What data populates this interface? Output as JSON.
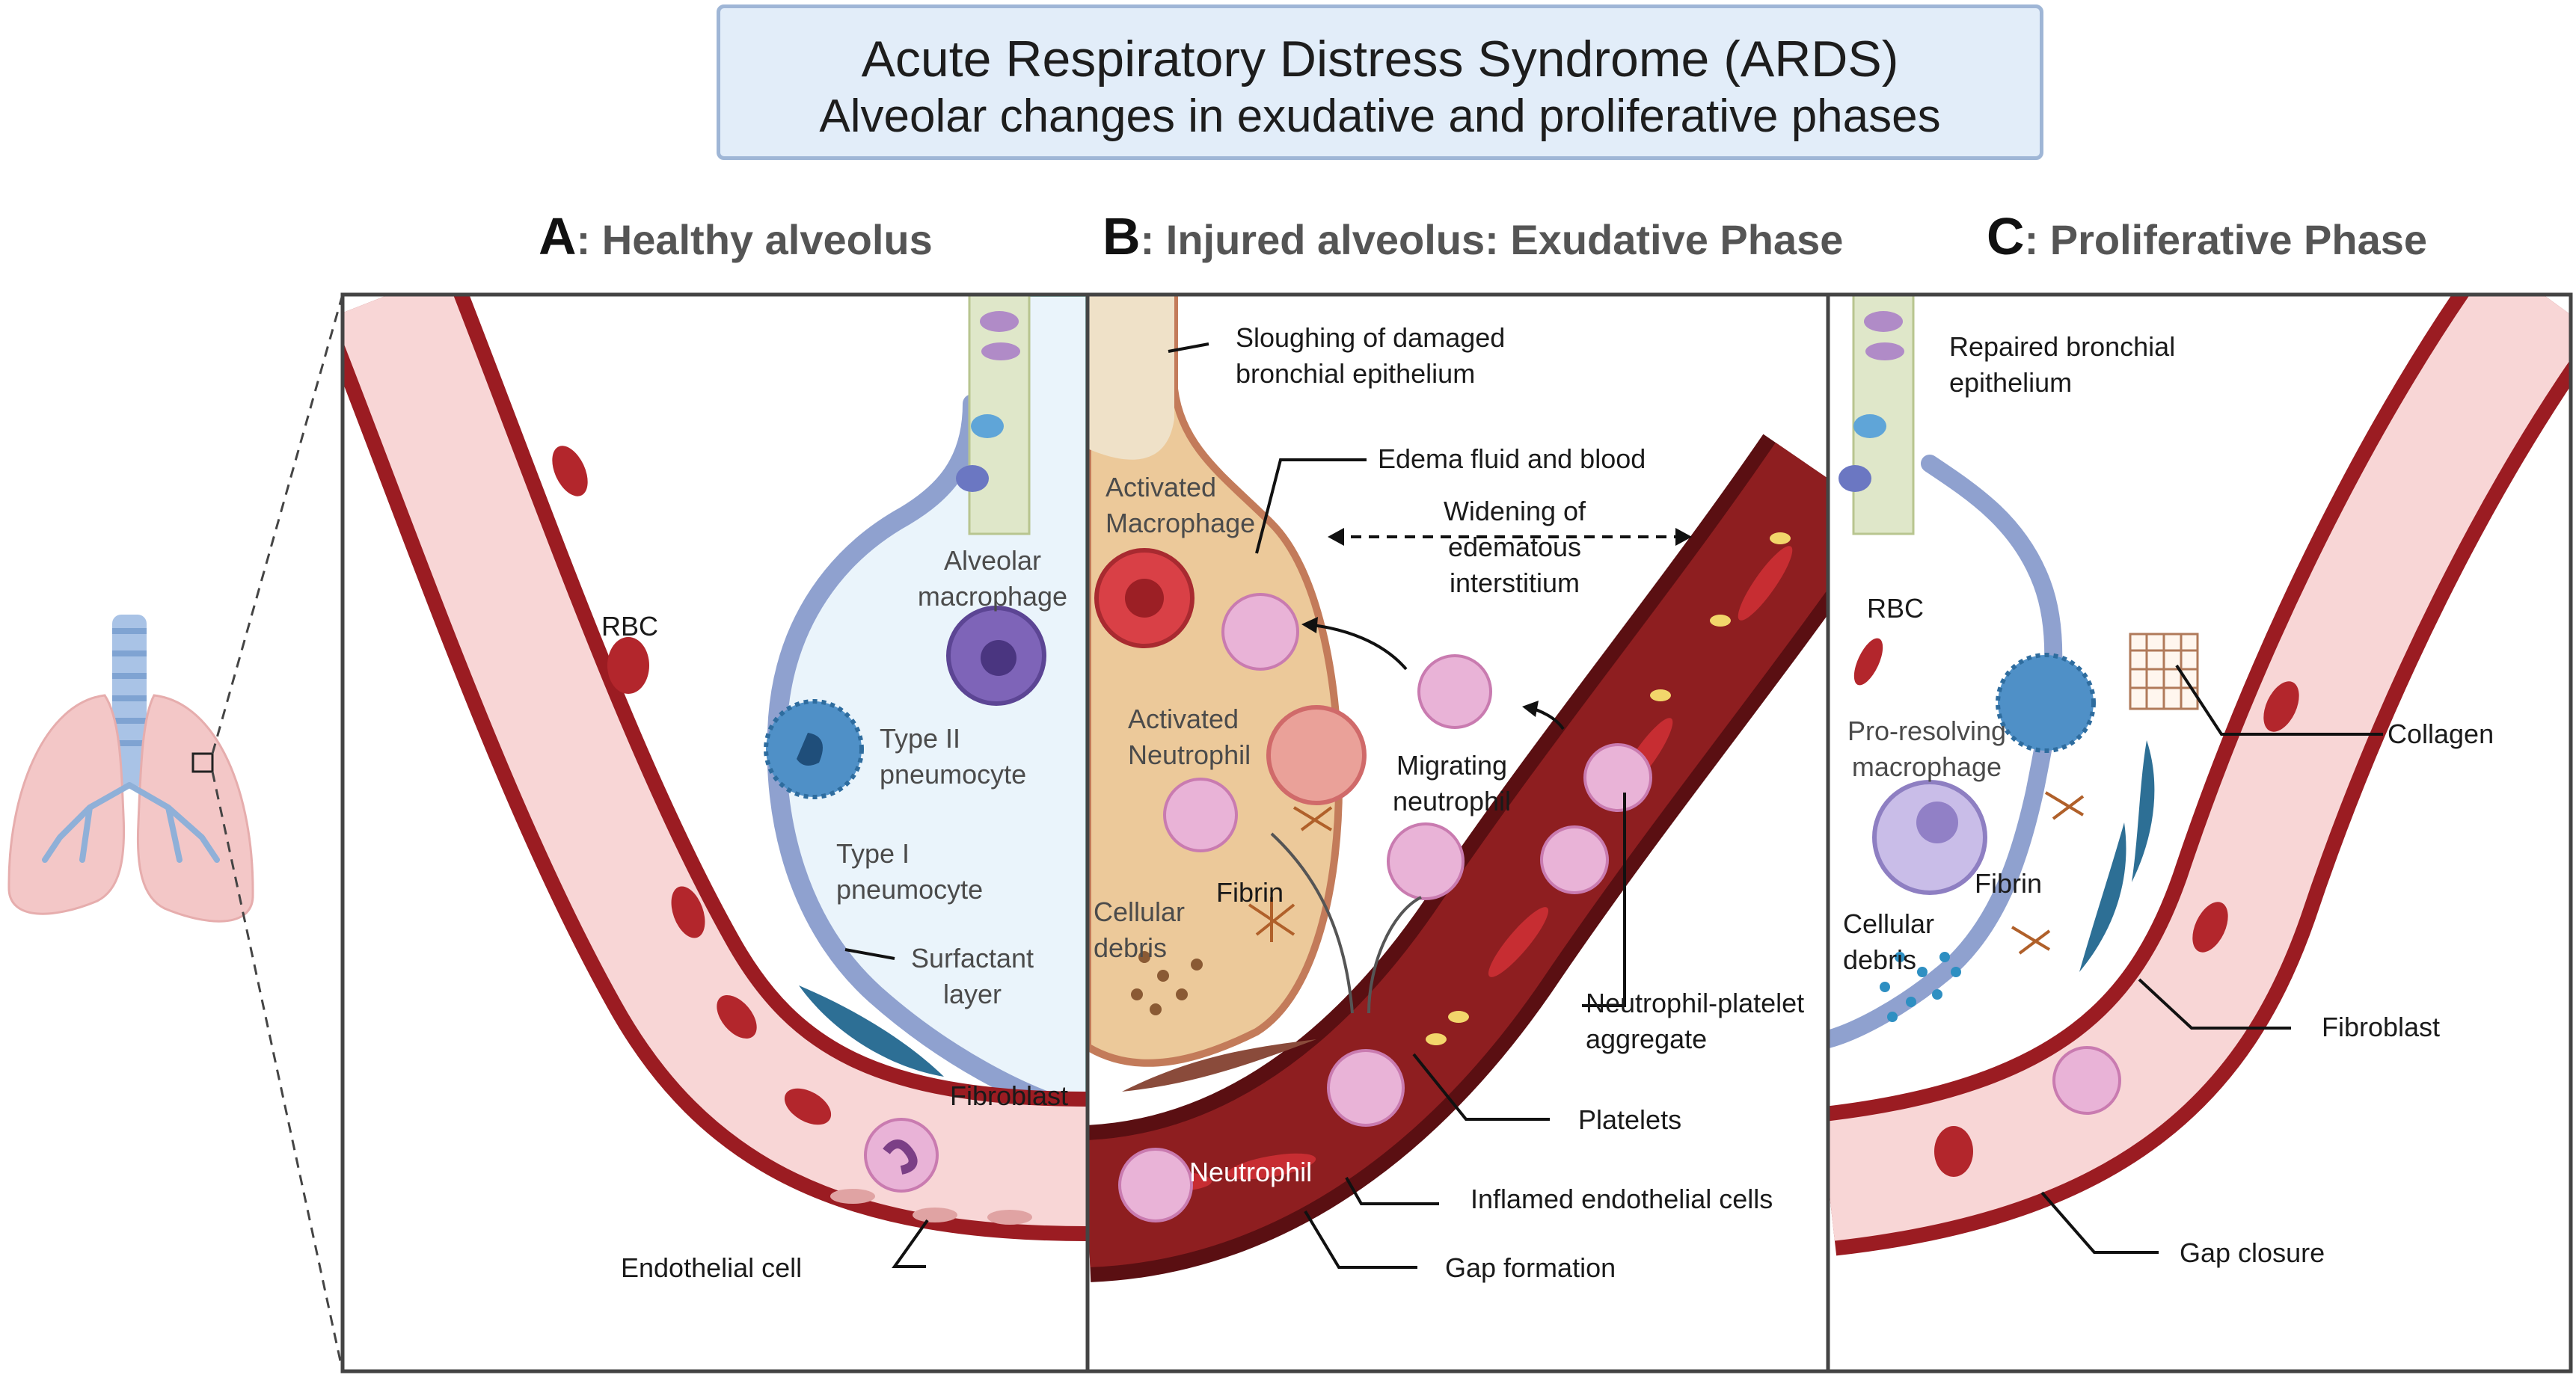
{
  "title": {
    "line1": "Acute Respiratory Distress Syndrome (ARDS)",
    "line2": "Alveolar changes in exudative and proliferative phases"
  },
  "panels": {
    "a": {
      "letter": "A",
      "title": ": Healthy alveolus"
    },
    "b": {
      "letter": "B",
      "title": ": Injured alveolus: Exudative Phase"
    },
    "c": {
      "letter": "C",
      "title": ": Proliferative Phase"
    }
  },
  "labels": {
    "a": {
      "rbc": "RBC",
      "alveolar_macrophage_1": "Alveolar",
      "alveolar_macrophage_2": "macrophage",
      "type2_1": "Type II",
      "type2_2": "pneumocyte",
      "type1_1": "Type I",
      "type1_2": "pneumocyte",
      "surfactant_1": "Surfactant",
      "surfactant_2": "layer",
      "fibroblast": "Fibroblast",
      "endothelial": "Endothelial cell"
    },
    "b": {
      "sloughing_1": "Sloughing of damaged",
      "sloughing_2": "bronchial epithelium",
      "edema": "Edema fluid and blood",
      "act_macrophage_1": "Activated",
      "act_macrophage_2": "Macrophage",
      "widening_1": "Widening of",
      "widening_2": "edematous",
      "widening_3": "interstitium",
      "act_neutrophil_1": "Activated",
      "act_neutrophil_2": "Neutrophil",
      "migrating_1": "Migrating",
      "migrating_2": "neutrophil",
      "cellular_1": "Cellular",
      "cellular_2": "debris",
      "fibrin": "Fibrin",
      "np_aggregate_1": "Neutrophil-platelet",
      "np_aggregate_2": "aggregate",
      "platelets": "Platelets",
      "neutrophil": "Neutrophil",
      "inflamed": "Inflamed endothelial cells",
      "gap_formation": "Gap formation"
    },
    "c": {
      "repaired_1": "Repaired bronchial",
      "repaired_2": "epithelium",
      "rbc": "RBC",
      "collagen": "Collagen",
      "pro_resolving_1": "Pro-resolving",
      "pro_resolving_2": "macrophage",
      "fibrin": "Fibrin",
      "cellular_1": "Cellular",
      "cellular_2": "debris",
      "fibroblast": "Fibroblast",
      "gap_closure": "Gap closure"
    }
  },
  "colors": {
    "vessel_wall": "#9b1c22",
    "vessel_lumen": "#f8d6d6",
    "inflamed_lumen": "#8e1e20",
    "alveolus_fill": "#eaf4fb",
    "edema_fill": "#ecc99a",
    "epithelium": "#8fa1cf",
    "rbc": "#b3262c",
    "neutrophil": "#e9b3d7",
    "macrophage": "#7e64b8",
    "type2": "#4f90c7",
    "fibroblast": "#2d6f95",
    "platelet": "#f2d66b",
    "title_box": "#e2edf9"
  }
}
